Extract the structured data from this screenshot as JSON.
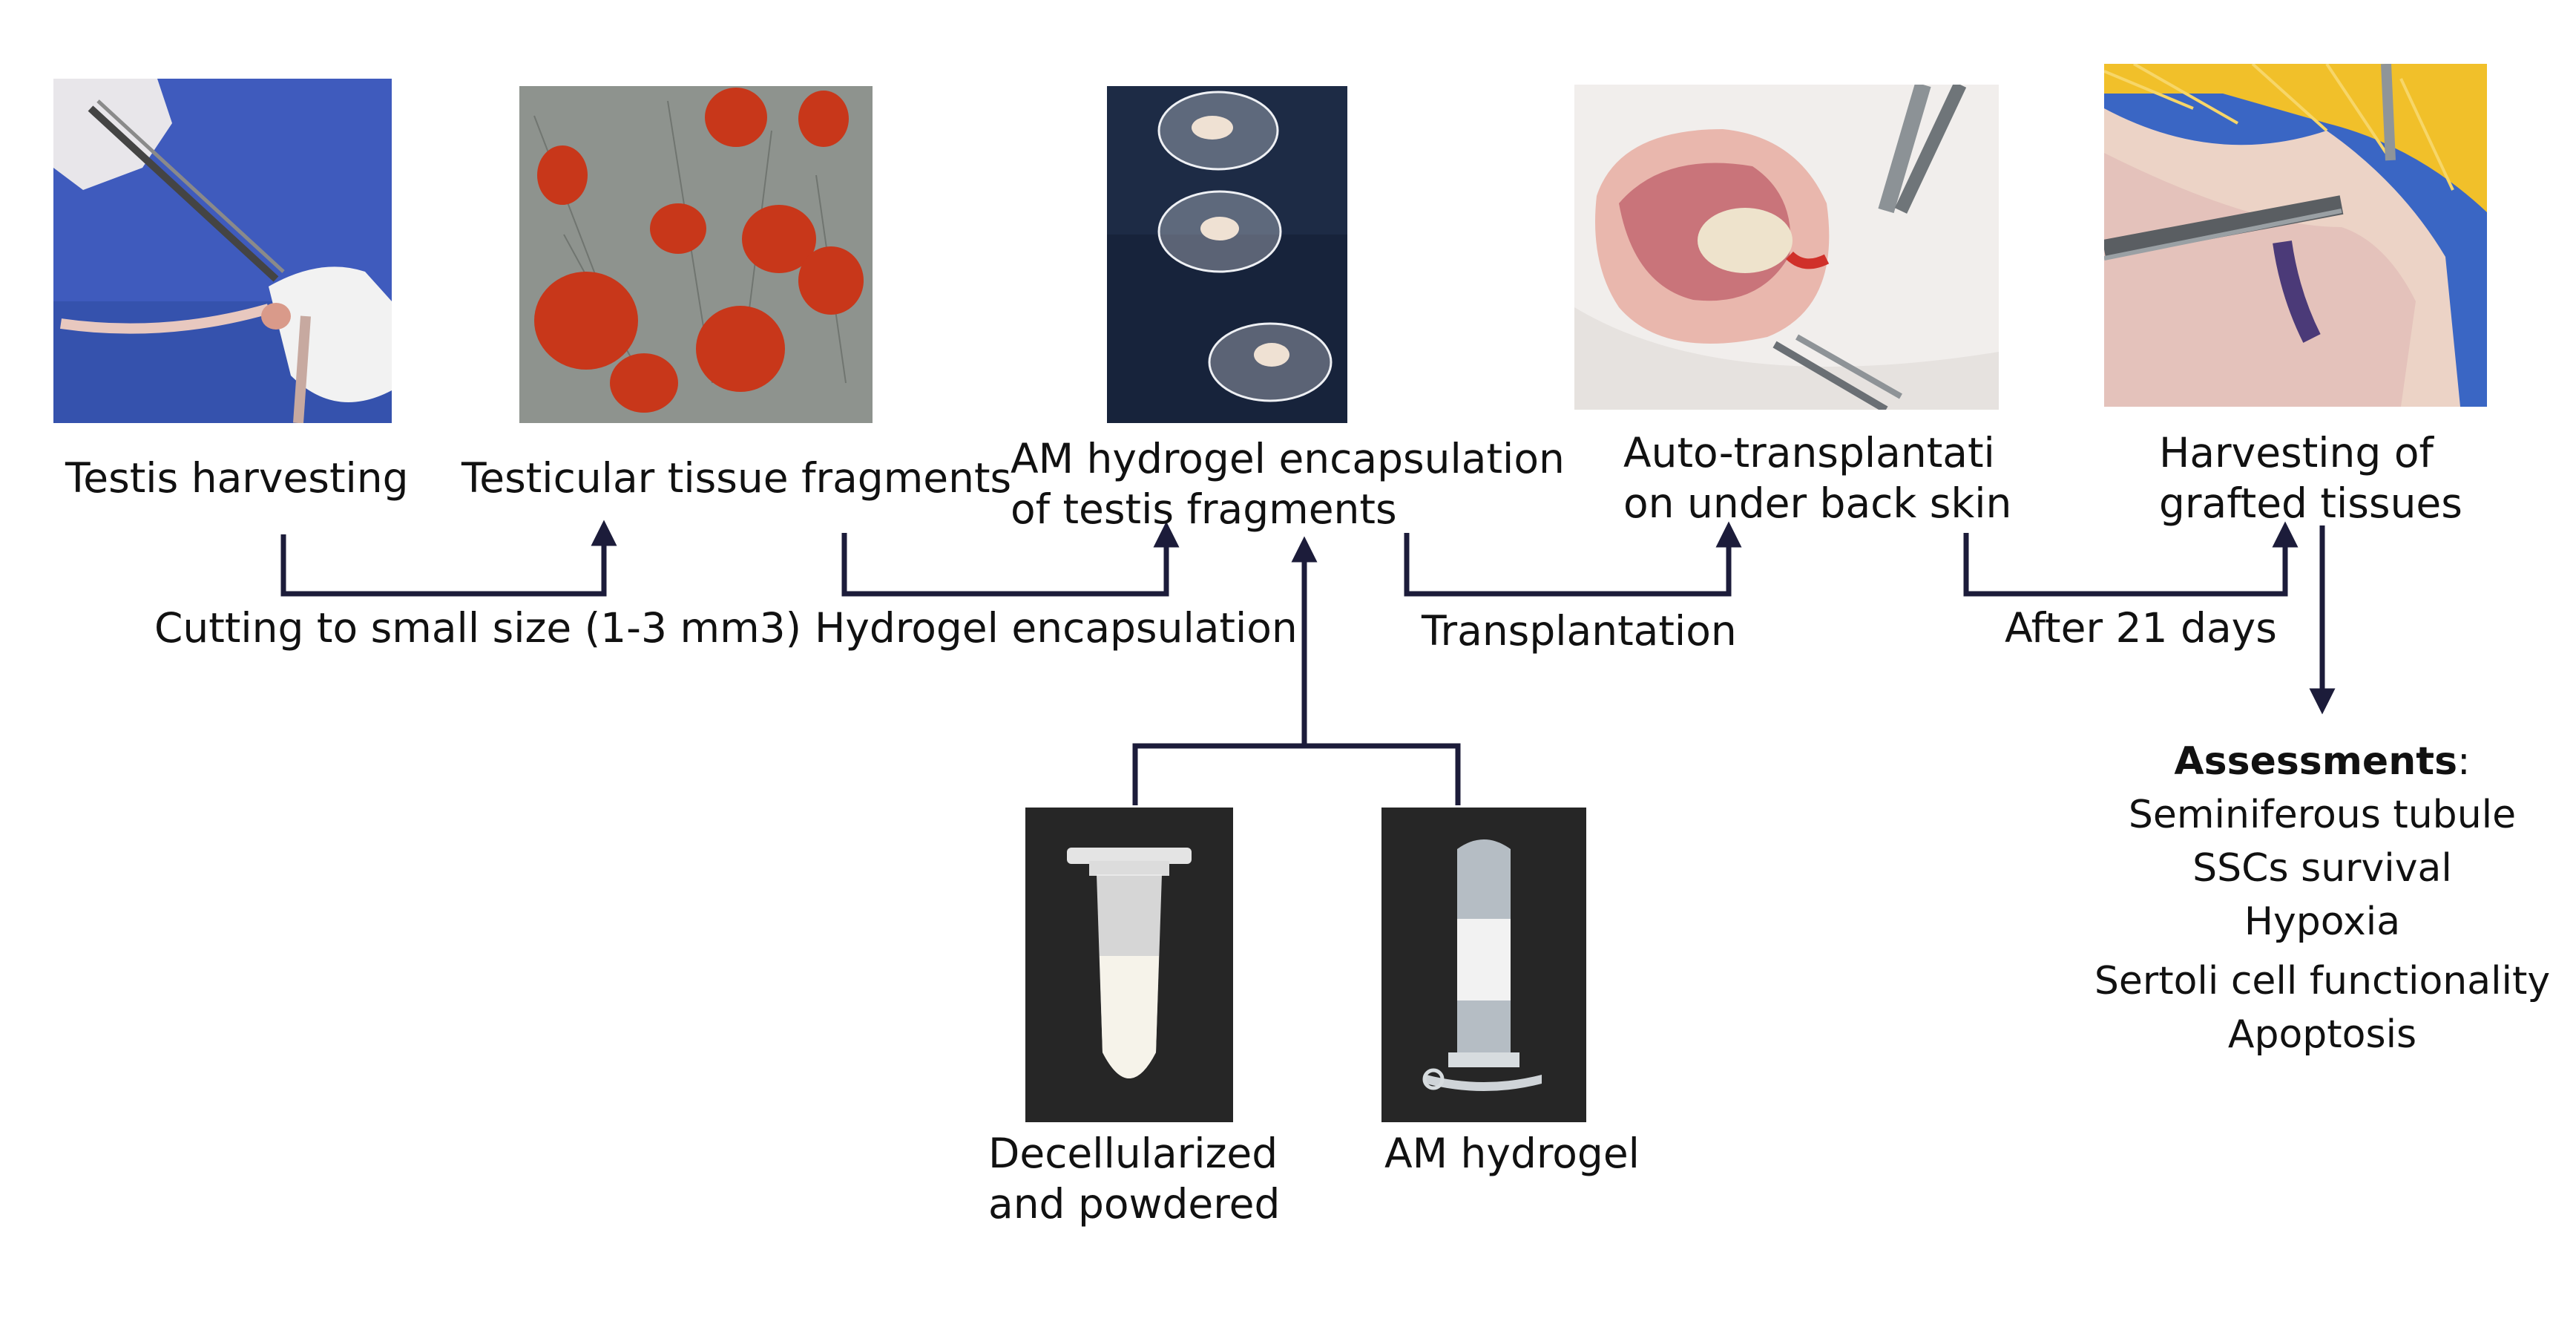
{
  "steps": [
    {
      "label": "Testis harvesting",
      "icon": "testis-harvest-photo"
    },
    {
      "label": "Testicular tissue fragments",
      "icon": "tissue-fragments-photo"
    },
    {
      "label_lines": [
        "AM hydrogel encapsulation",
        "of testis fragments"
      ],
      "icon": "encapsulated-fragments-photo"
    },
    {
      "label_lines": [
        "Auto-transplantati",
        "on under back skin"
      ],
      "icon": "transplantation-photo"
    },
    {
      "label_lines": [
        "Harvesting of",
        "grafted tissues"
      ],
      "icon": "harvested-graft-photo"
    }
  ],
  "transitions": [
    "Cutting to small size (1-3 mm3)",
    "Hydrogel encapsulation",
    "Transplantation",
    "After 21 days"
  ],
  "materials": [
    {
      "label_lines": [
        "Decellularized",
        "and powdered"
      ],
      "icon": "powder-tube-photo"
    },
    {
      "label": "AM hydrogel",
      "icon": "hydrogel-tube-photo"
    }
  ],
  "assessments": {
    "title": "Assessments",
    "title_suffix": ":",
    "items": [
      "Seminiferous tubule",
      "SSCs survival",
      "Hypoxia",
      "Sertoli cell functionality",
      "Apoptosis"
    ]
  },
  "colors": {
    "connector": "#1c1c3a",
    "text": "#111111",
    "fragment_red": "#c8371a",
    "drape_blue": "#3a57b8"
  }
}
